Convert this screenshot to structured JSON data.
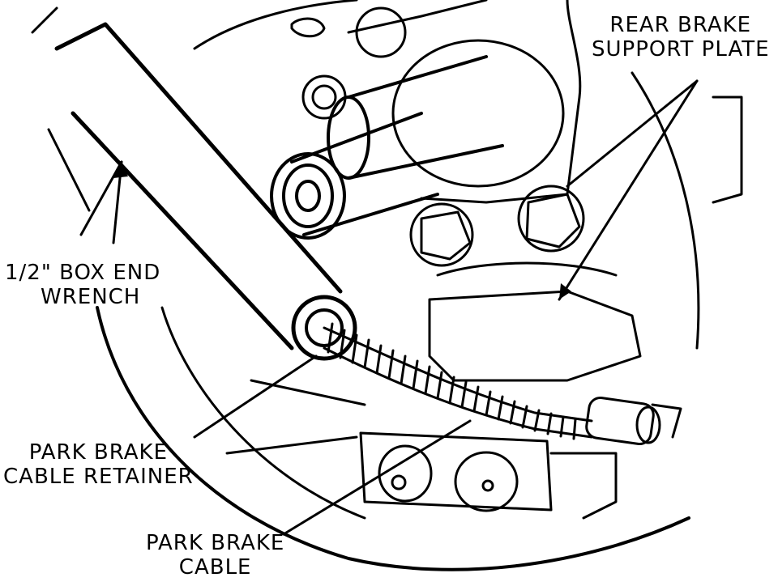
{
  "labels": {
    "support_plate": {
      "line1": "REAR BRAKE",
      "line2": "SUPPORT PLATE"
    },
    "wrench": {
      "line1": "1/2\" BOX END",
      "line2": "WRENCH"
    },
    "retainer": {
      "line1": "PARK BRAKE",
      "line2": "CABLE RETAINER"
    },
    "cable": {
      "line1": "PARK BRAKE",
      "line2": "CABLE"
    }
  },
  "colors": {
    "ink": "#000000",
    "paper": "#ffffff"
  }
}
